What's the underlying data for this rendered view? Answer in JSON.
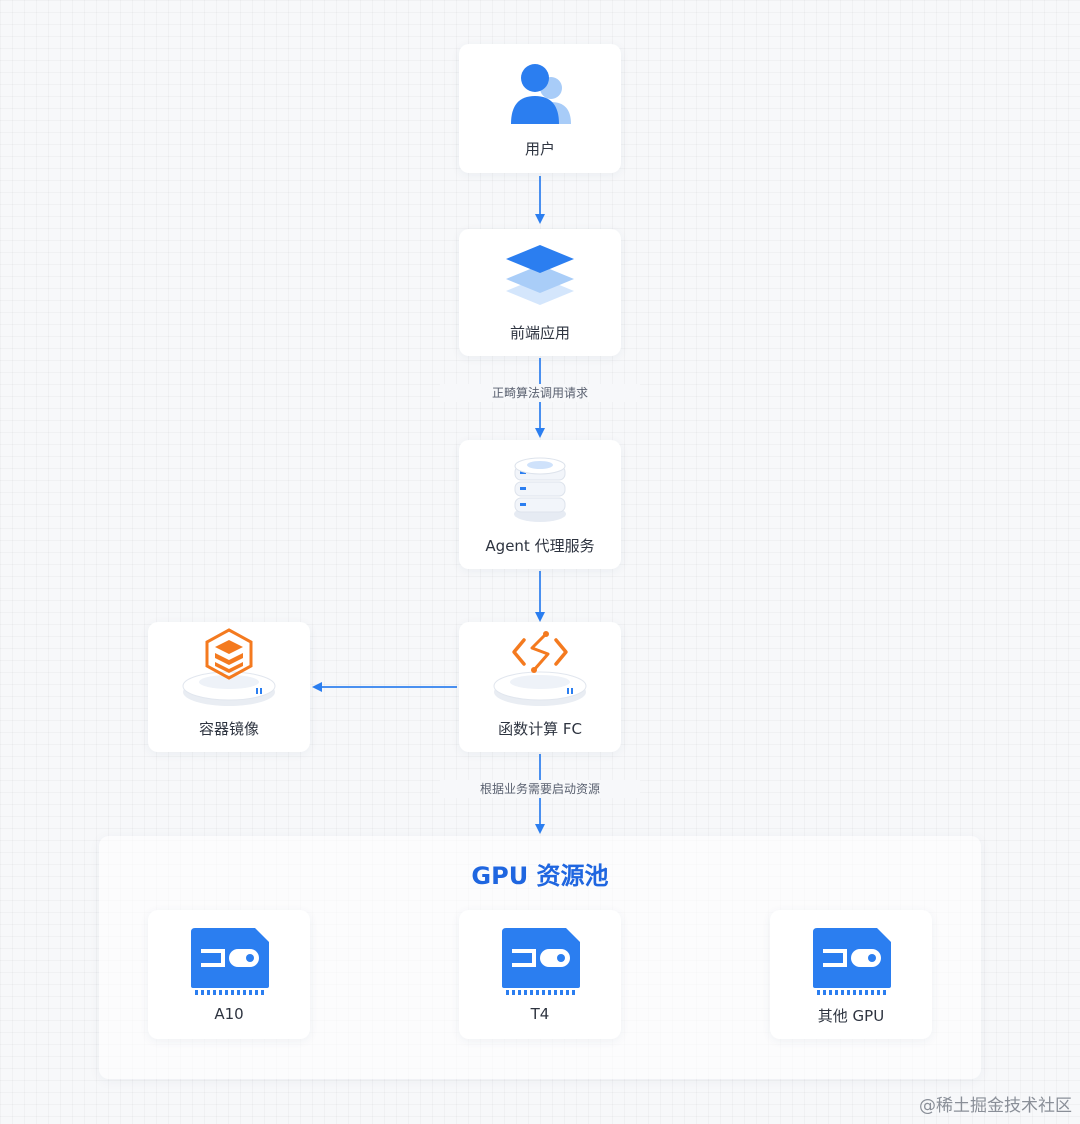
{
  "nodes": {
    "user": "用户",
    "frontend": "前端应用",
    "agent": "Agent 代理服务",
    "fc": "函数计算 FC",
    "container": "容器镜像"
  },
  "edges": {
    "frontend_to_agent": "正畸算法调用请求",
    "fc_to_pool": "根据业务需要启动资源"
  },
  "gpu_pool": {
    "title": "GPU 资源池",
    "items": [
      "A10",
      "T4",
      "其他 GPU"
    ]
  },
  "icons": {
    "user": "user-icon",
    "frontend": "layers-icon",
    "agent": "server-stack-icon",
    "fc": "function-compute-icon",
    "container": "container-image-icon",
    "gpu": "gpu-chip-icon"
  },
  "colors": {
    "accent_blue": "#2b7ef0",
    "accent_orange": "#f47a1f",
    "title_blue": "#1f66e0"
  },
  "watermark": "@稀土掘金技术社区"
}
